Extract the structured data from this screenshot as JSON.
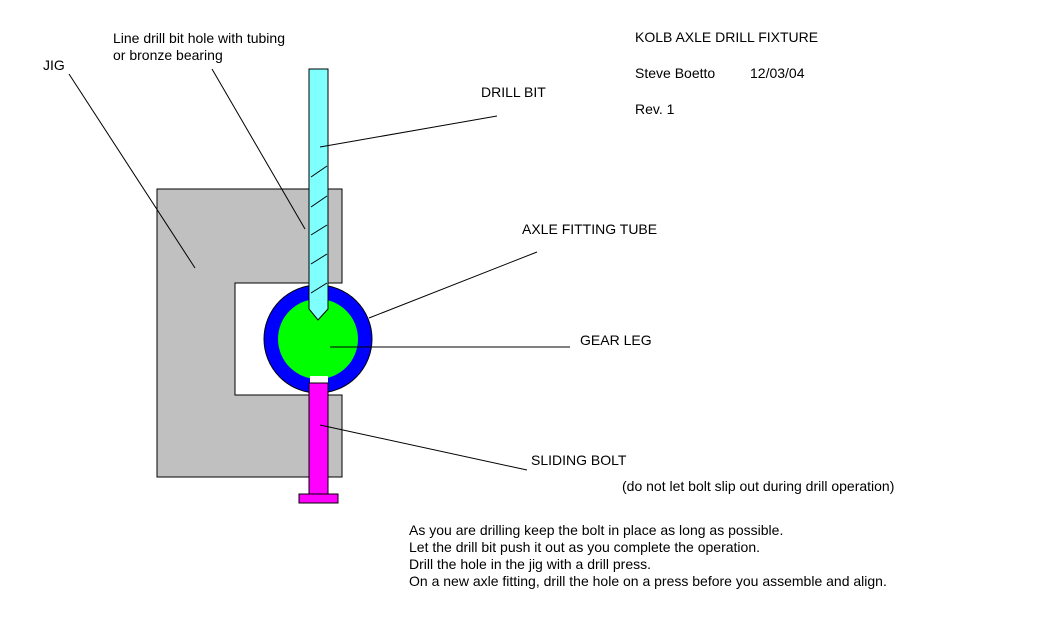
{
  "title_block": {
    "title": "KOLB AXLE DRILL FIXTURE",
    "author": "Steve Boetto",
    "date": "12/03/04",
    "revision": "Rev. 1"
  },
  "labels": {
    "jig": "JIG",
    "bearing_line1": "Line drill bit hole with tubing",
    "bearing_line2": "or bronze bearing",
    "drill_bit": "DRILL BIT",
    "axle_fitting_tube": "AXLE FITTING TUBE",
    "gear_leg": "GEAR LEG",
    "sliding_bolt": "SLIDING BOLT",
    "bolt_caution": "(do not let bolt slip out during drill operation)"
  },
  "notes": [
    "As you are drilling keep the bolt in place as long as possible.",
    "Let the drill bit push it out as you complete the operation.",
    "Drill the hole in the jig with a drill press.",
    "On a new axle fitting, drill the hole on a press before you assemble and align."
  ],
  "colors": {
    "jig": "#c0c0c0",
    "drill_bit": "#80ffff",
    "axle_tube": "#0000ff",
    "gear_leg": "#00ff00",
    "sliding_bolt": "#ff00ff"
  }
}
